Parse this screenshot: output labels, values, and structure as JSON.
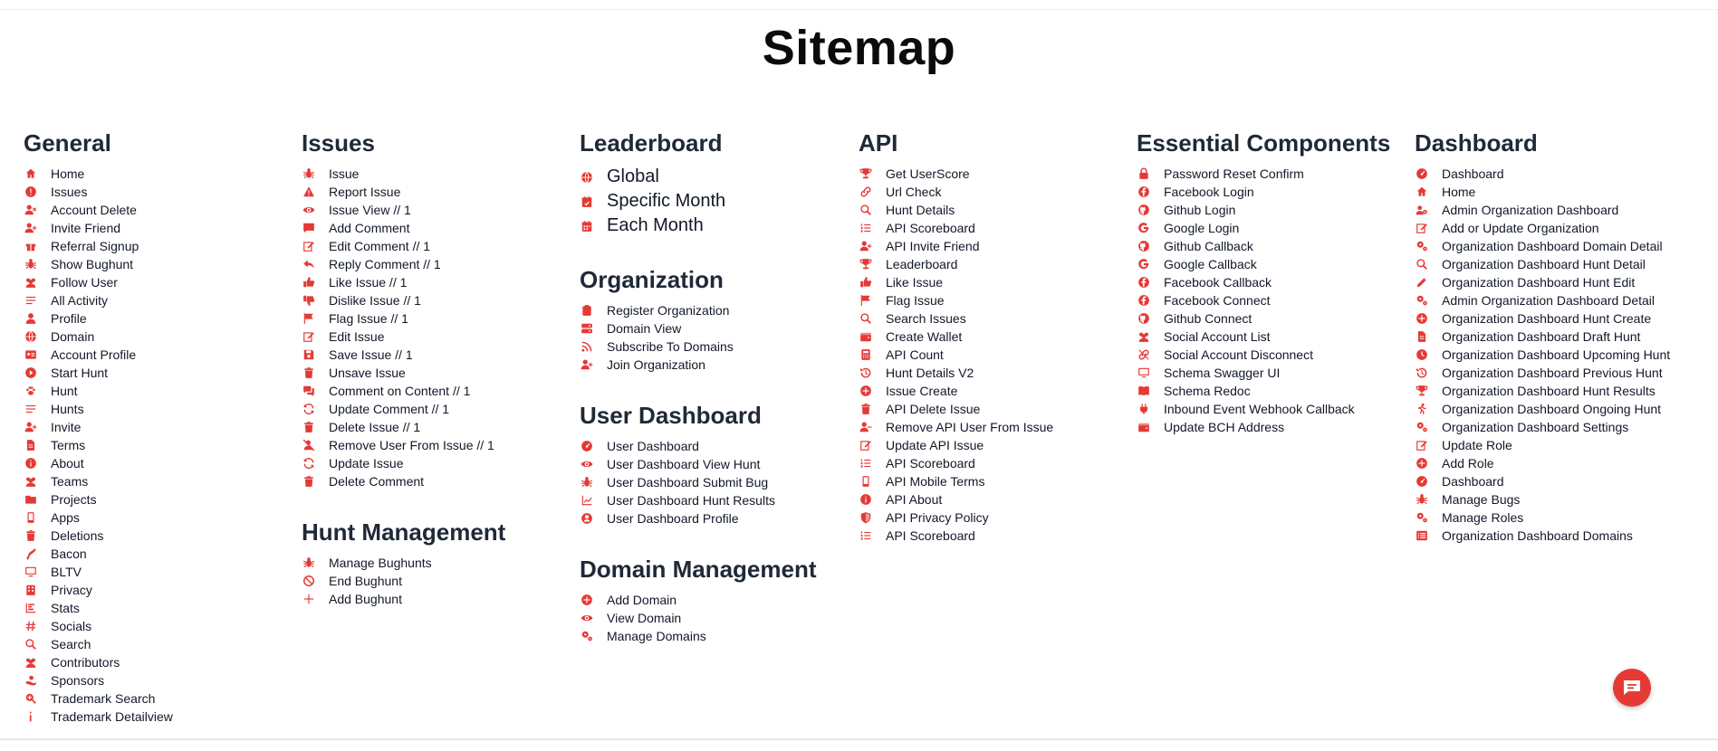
{
  "title": "Sitemap",
  "columns": [
    {
      "sections": [
        {
          "heading": "General",
          "items": [
            {
              "icon": "home-icon",
              "label": "Home"
            },
            {
              "icon": "alert-icon",
              "label": "Issues"
            },
            {
              "icon": "user-x-icon",
              "label": "Account Delete"
            },
            {
              "icon": "user-plus-icon",
              "label": "Invite Friend"
            },
            {
              "icon": "gift-icon",
              "label": "Referral Signup"
            },
            {
              "icon": "bug-icon",
              "label": "Show Bughunt"
            },
            {
              "icon": "users-icon",
              "label": "Follow User"
            },
            {
              "icon": "list-icon",
              "label": "All Activity"
            },
            {
              "icon": "user-icon",
              "label": "Profile"
            },
            {
              "icon": "globe-icon",
              "label": "Domain"
            },
            {
              "icon": "id-card-icon",
              "label": "Account Profile"
            },
            {
              "icon": "play-icon",
              "label": "Start Hunt"
            },
            {
              "icon": "paw-icon",
              "label": "Hunt"
            },
            {
              "icon": "list-icon",
              "label": "Hunts"
            },
            {
              "icon": "user-plus-icon",
              "label": "Invite"
            },
            {
              "icon": "file-icon",
              "label": "Terms"
            },
            {
              "icon": "info-icon",
              "label": "About"
            },
            {
              "icon": "users-icon",
              "label": "Teams"
            },
            {
              "icon": "folder-icon",
              "label": "Projects"
            },
            {
              "icon": "mobile-icon",
              "label": "Apps"
            },
            {
              "icon": "trash-icon",
              "label": "Deletions"
            },
            {
              "icon": "bacon-icon",
              "label": "Bacon"
            },
            {
              "icon": "monitor-icon",
              "label": "BLTV"
            },
            {
              "icon": "building-icon",
              "label": "Privacy"
            },
            {
              "icon": "bar-chart-icon",
              "label": "Stats"
            },
            {
              "icon": "hashtag-icon",
              "label": "Socials"
            },
            {
              "icon": "search-icon",
              "label": "Search"
            },
            {
              "icon": "users-icon",
              "label": "Contributors"
            },
            {
              "icon": "hand-icon",
              "label": "Sponsors"
            },
            {
              "icon": "search-plus-icon",
              "label": "Trademark Search"
            },
            {
              "icon": "info-small-icon",
              "label": "Trademark Detailview"
            }
          ]
        }
      ]
    },
    {
      "sections": [
        {
          "heading": "Issues",
          "items": [
            {
              "icon": "bug-icon",
              "label": "Issue"
            },
            {
              "icon": "warning-icon",
              "label": "Report Issue"
            },
            {
              "icon": "eye-icon",
              "label": "Issue View // 1"
            },
            {
              "icon": "comment-icon",
              "label": "Add Comment"
            },
            {
              "icon": "edit-icon",
              "label": "Edit Comment // 1"
            },
            {
              "icon": "reply-icon",
              "label": "Reply Comment // 1"
            },
            {
              "icon": "thumbs-up-icon",
              "label": "Like Issue // 1"
            },
            {
              "icon": "thumbs-down-icon",
              "label": "Dislike Issue // 1"
            },
            {
              "icon": "flag-icon",
              "label": "Flag Issue // 1"
            },
            {
              "icon": "edit-icon",
              "label": "Edit Issue"
            },
            {
              "icon": "save-icon",
              "label": "Save Issue // 1"
            },
            {
              "icon": "trash-icon",
              "label": "Unsave Issue"
            },
            {
              "icon": "comments-icon",
              "label": "Comment on Content // 1"
            },
            {
              "icon": "refresh-icon",
              "label": "Update Comment // 1"
            },
            {
              "icon": "trash-icon",
              "label": "Delete Issue // 1"
            },
            {
              "icon": "user-slash-icon",
              "label": "Remove User From Issue // 1"
            },
            {
              "icon": "refresh-icon",
              "label": "Update Issue"
            },
            {
              "icon": "trash-icon",
              "label": "Delete Comment"
            }
          ]
        },
        {
          "heading": "Hunt Management",
          "items": [
            {
              "icon": "bug-icon",
              "label": "Manage Bughunts"
            },
            {
              "icon": "ban-icon",
              "label": "End Bughunt"
            },
            {
              "icon": "plus-icon",
              "label": "Add Bughunt"
            }
          ]
        }
      ]
    },
    {
      "sections": [
        {
          "heading": "Leaderboard",
          "big": true,
          "items": [
            {
              "icon": "globe-icon",
              "label": "Global"
            },
            {
              "icon": "calendar-icon",
              "label": "Specific Month"
            },
            {
              "icon": "calendar-grid-icon",
              "label": "Each Month"
            }
          ]
        },
        {
          "heading": "Organization",
          "items": [
            {
              "icon": "clipboard-icon",
              "label": "Register Organization"
            },
            {
              "icon": "server-icon",
              "label": "Domain View"
            },
            {
              "icon": "rss-icon",
              "label": "Subscribe To Domains"
            },
            {
              "icon": "user-plus-icon",
              "label": "Join Organization"
            }
          ]
        },
        {
          "heading": "User Dashboard",
          "items": [
            {
              "icon": "gauge-icon",
              "label": "User Dashboard"
            },
            {
              "icon": "eye-icon",
              "label": "User Dashboard View Hunt"
            },
            {
              "icon": "bug-icon",
              "label": "User Dashboard Submit Bug"
            },
            {
              "icon": "line-chart-icon",
              "label": "User Dashboard Hunt Results"
            },
            {
              "icon": "user-circle-icon",
              "label": "User Dashboard Profile"
            }
          ]
        },
        {
          "heading": "Domain Management",
          "items": [
            {
              "icon": "plus-circle-icon",
              "label": "Add Domain"
            },
            {
              "icon": "eye-icon",
              "label": "View Domain"
            },
            {
              "icon": "cogs-icon",
              "label": "Manage Domains"
            }
          ]
        }
      ]
    },
    {
      "sections": [
        {
          "heading": "API",
          "items": [
            {
              "icon": "trophy-icon",
              "label": "Get UserScore"
            },
            {
              "icon": "link-icon",
              "label": "Url Check"
            },
            {
              "icon": "search-icon",
              "label": "Hunt Details"
            },
            {
              "icon": "list-ol-icon",
              "label": "API Scoreboard"
            },
            {
              "icon": "user-plus-icon",
              "label": "API Invite Friend"
            },
            {
              "icon": "trophy-icon",
              "label": "Leaderboard"
            },
            {
              "icon": "thumbs-up-icon",
              "label": "Like Issue"
            },
            {
              "icon": "flag-icon",
              "label": "Flag Issue"
            },
            {
              "icon": "search-icon",
              "label": "Search Issues"
            },
            {
              "icon": "wallet-icon",
              "label": "Create Wallet"
            },
            {
              "icon": "calculator-icon",
              "label": "API Count"
            },
            {
              "icon": "history-icon",
              "label": "Hunt Details V2"
            },
            {
              "icon": "plus-circle-icon",
              "label": "Issue Create"
            },
            {
              "icon": "trash-icon",
              "label": "API Delete Issue"
            },
            {
              "icon": "user-minus-icon",
              "label": "Remove API User From Issue"
            },
            {
              "icon": "edit-icon",
              "label": "Update API Issue"
            },
            {
              "icon": "list-ol-icon",
              "label": "API Scoreboard"
            },
            {
              "icon": "mobile-icon",
              "label": "API Mobile Terms"
            },
            {
              "icon": "info-icon",
              "label": "API About"
            },
            {
              "icon": "shield-icon",
              "label": "API Privacy Policy"
            },
            {
              "icon": "list-ol-icon",
              "label": "API Scoreboard"
            }
          ]
        }
      ]
    },
    {
      "sections": [
        {
          "heading": "Essential Components",
          "items": [
            {
              "icon": "lock-icon",
              "label": "Password Reset Confirm"
            },
            {
              "icon": "facebook-icon",
              "label": "Facebook Login"
            },
            {
              "icon": "github-icon",
              "label": "Github Login"
            },
            {
              "icon": "google-icon",
              "label": "Google Login"
            },
            {
              "icon": "github-icon",
              "label": "Github Callback"
            },
            {
              "icon": "google-icon",
              "label": "Google Callback"
            },
            {
              "icon": "facebook-icon",
              "label": "Facebook Callback"
            },
            {
              "icon": "facebook-icon",
              "label": "Facebook Connect"
            },
            {
              "icon": "github-icon",
              "label": "Github Connect"
            },
            {
              "icon": "users-icon",
              "label": "Social Account List"
            },
            {
              "icon": "unlink-icon",
              "label": "Social Account Disconnect"
            },
            {
              "icon": "monitor-icon",
              "label": "Schema Swagger UI"
            },
            {
              "icon": "book-icon",
              "label": "Schema Redoc"
            },
            {
              "icon": "plug-icon",
              "label": "Inbound Event Webhook Callback"
            },
            {
              "icon": "wallet-icon",
              "label": "Update BCH Address"
            }
          ]
        }
      ]
    },
    {
      "sections": [
        {
          "heading": "Dashboard",
          "items": [
            {
              "icon": "gauge-icon",
              "label": "Dashboard"
            },
            {
              "icon": "home-icon",
              "label": "Home"
            },
            {
              "icon": "users-cog-icon",
              "label": "Admin Organization Dashboard"
            },
            {
              "icon": "edit-icon",
              "label": "Add or Update Organization"
            },
            {
              "icon": "cogs-icon",
              "label": "Organization Dashboard Domain Detail"
            },
            {
              "icon": "search-icon",
              "label": "Organization Dashboard Hunt Detail"
            },
            {
              "icon": "pencil-icon",
              "label": "Organization Dashboard Hunt Edit"
            },
            {
              "icon": "cogs-icon",
              "label": "Admin Organization Dashboard Detail"
            },
            {
              "icon": "plus-circle-icon",
              "label": "Organization Dashboard Hunt Create"
            },
            {
              "icon": "file-icon",
              "label": "Organization Dashboard Draft Hunt"
            },
            {
              "icon": "clock-icon",
              "label": "Organization Dashboard Upcoming Hunt"
            },
            {
              "icon": "history-icon",
              "label": "Organization Dashboard Previous Hunt"
            },
            {
              "icon": "trophy-icon",
              "label": "Organization Dashboard Hunt Results"
            },
            {
              "icon": "running-icon",
              "label": "Organization Dashboard Ongoing Hunt"
            },
            {
              "icon": "cogs-icon",
              "label": "Organization Dashboard Settings"
            },
            {
              "icon": "edit-icon",
              "label": "Update Role"
            },
            {
              "icon": "plus-circle-icon",
              "label": "Add Role"
            },
            {
              "icon": "gauge-icon",
              "label": "Dashboard"
            },
            {
              "icon": "bug-icon",
              "label": "Manage Bugs"
            },
            {
              "icon": "cogs-icon",
              "label": "Manage Roles"
            },
            {
              "icon": "list-alt-icon",
              "label": "Organization Dashboard Domains"
            }
          ]
        }
      ]
    }
  ],
  "chat_button": {
    "icon": "chat-icon"
  },
  "accent_color": "#e53935"
}
